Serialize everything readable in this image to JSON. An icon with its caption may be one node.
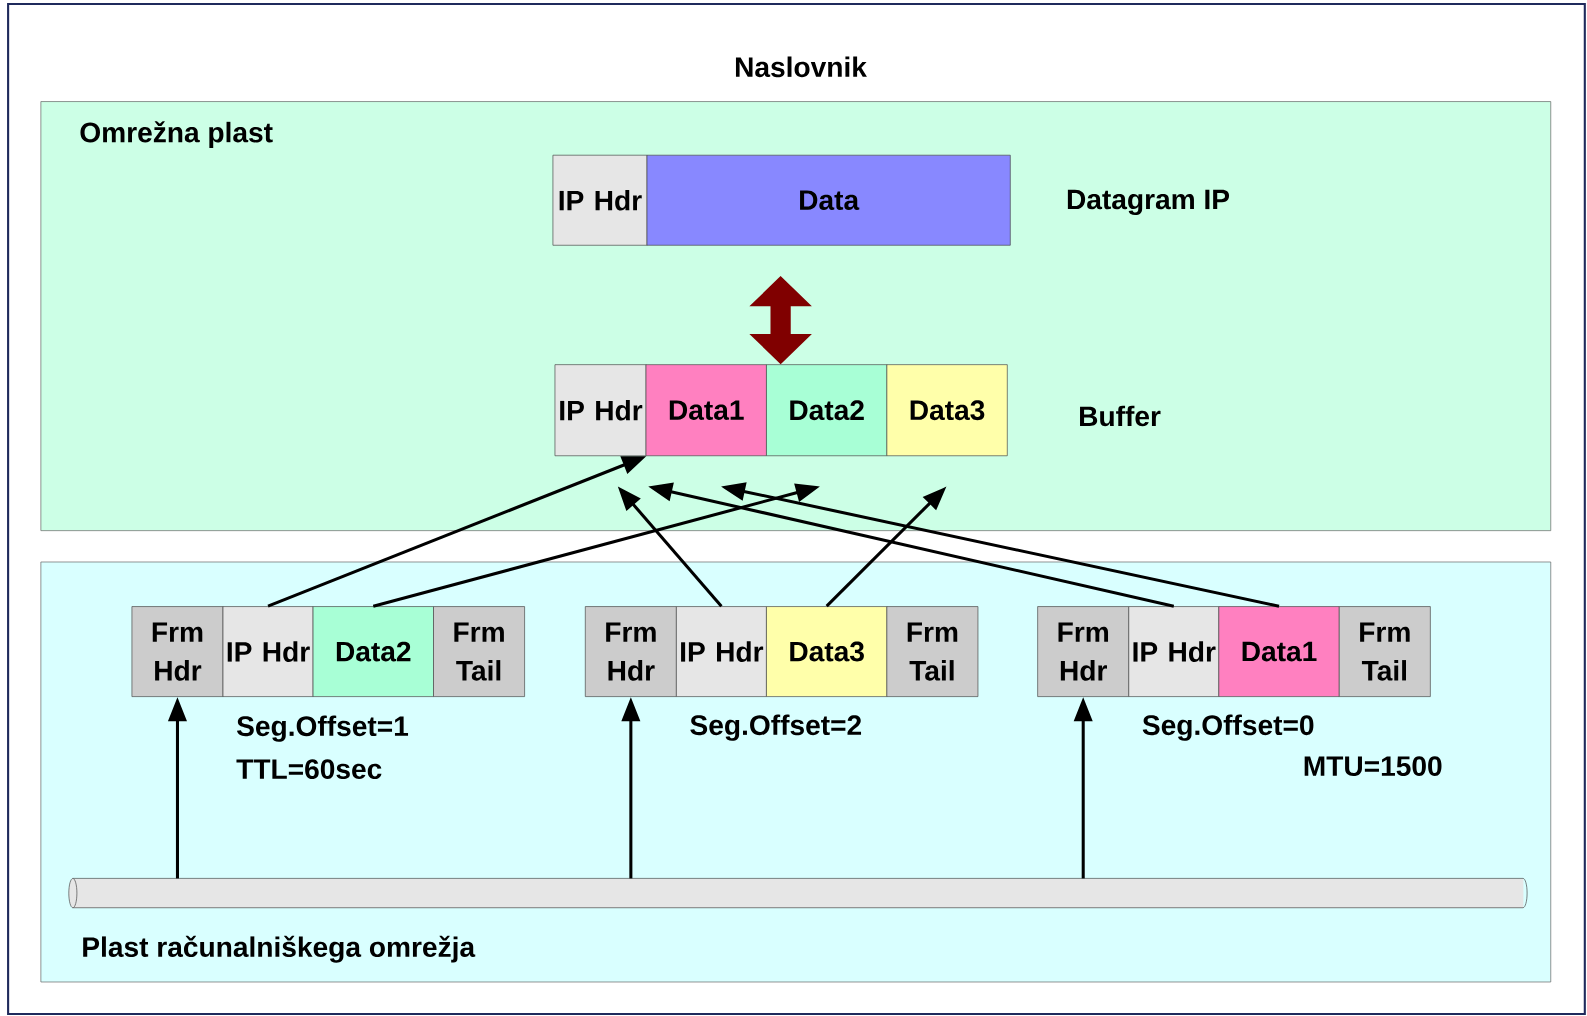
{
  "diagram": {
    "title": "Naslovnik",
    "nodes": [
      {
        "text": [
          "Omrežna plast"
        ]
      },
      {
        "text": [
          "IP Hdr"
        ],
        "in": 0
      },
      {
        "text": [
          "Data"
        ],
        "in": 0,
        "beside": [
          "Datagram IP"
        ]
      },
      {
        "text": [
          "IP Hdr"
        ],
        "in": 0
      },
      {
        "text": [
          "Data1"
        ],
        "in": 0
      },
      {
        "text": [
          "Data2"
        ],
        "in": 0
      },
      {
        "text": [
          "Data3"
        ],
        "in": 0,
        "beside": [
          "Buffer"
        ]
      },
      {
        "text": [
          "Plast računalniškega omrežja"
        ]
      },
      {
        "text": [
          "Frm Hdr"
        ],
        "in": 7
      },
      {
        "text": [
          "IP Hdr"
        ],
        "in": 7
      },
      {
        "text": [
          "Data2"
        ],
        "in": 7
      },
      {
        "text": [
          "Frm Tail"
        ],
        "in": 7
      },
      {
        "text": [
          "Frm Hdr"
        ],
        "in": 7
      },
      {
        "text": [
          "IP Hdr"
        ],
        "in": 7
      },
      {
        "text": [
          "Data3"
        ],
        "in": 7
      },
      {
        "text": [
          "Frm Tail"
        ],
        "in": 7
      },
      {
        "text": [
          "Frm Hdr"
        ],
        "in": 7
      },
      {
        "text": [
          "IP Hdr"
        ],
        "in": 7
      },
      {
        "text": [
          "Data1"
        ],
        "in": 7
      },
      {
        "text": [
          "Frm Tail"
        ],
        "in": 7
      },
      {
        "text": [],
        "shape": "cylinder",
        "in": 7
      }
    ],
    "edges": [
      {
        "from": 2,
        "to": 4,
        "arrow": "both",
        "style": "thick",
        "color": "#800000"
      },
      {
        "from": 9,
        "to": 3,
        "arrow": "to"
      },
      {
        "from": 10,
        "to": 5,
        "arrow": "to"
      },
      {
        "from": 13,
        "to": 3,
        "arrow": "to"
      },
      {
        "from": 14,
        "to": 6,
        "arrow": "to"
      },
      {
        "from": 17,
        "to": 3,
        "arrow": "to"
      },
      {
        "from": 18,
        "to": 4,
        "arrow": "to"
      },
      {
        "from": 20,
        "to": 8,
        "arrow": "to"
      },
      {
        "from": 20,
        "to": 12,
        "arrow": "to"
      },
      {
        "from": 20,
        "to": 16,
        "arrow": "to"
      }
    ],
    "labels": [
      "Seg.Offset=1",
      "TTL=60sec",
      "Seg.Offset=2",
      "Seg.Offset=0",
      "MTU=1500"
    ]
  }
}
